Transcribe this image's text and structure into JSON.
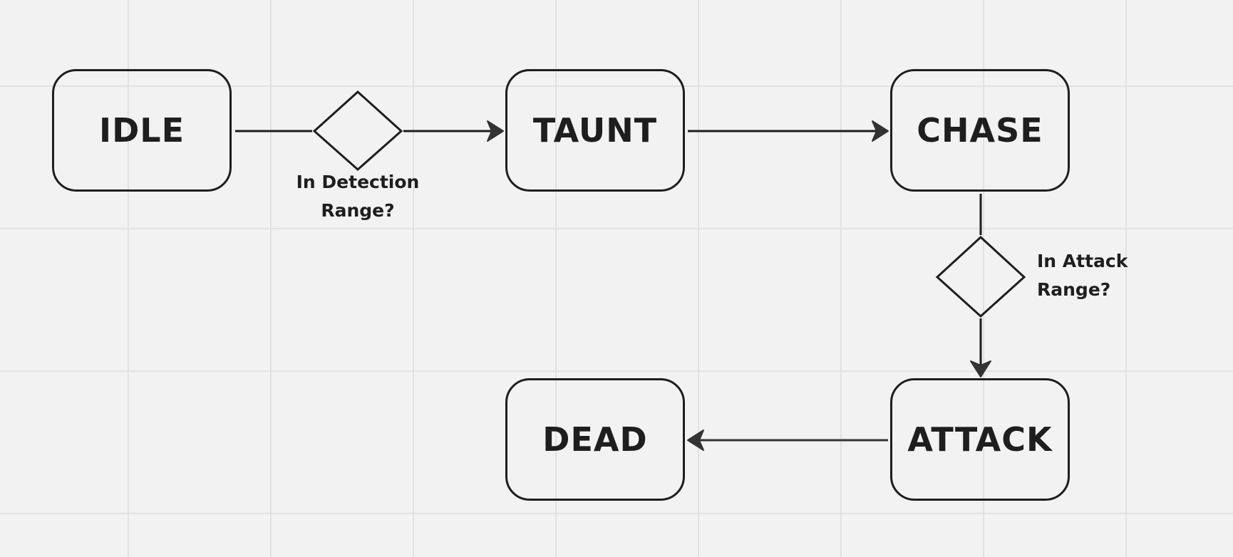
{
  "colors": {
    "background": "#f2f2f2",
    "grid": "#dddddd",
    "stroke": "#1e1e1e",
    "arrow": "#333333"
  },
  "states": {
    "idle": "IDLE",
    "taunt": "TAUNT",
    "chase": "CHASE",
    "attack": "ATTACK",
    "dead": "DEAD"
  },
  "decisions": {
    "detection": {
      "line1": "In Detection",
      "line2": "Range?"
    },
    "attack": {
      "line1": "In Attack",
      "line2": "Range?"
    }
  }
}
